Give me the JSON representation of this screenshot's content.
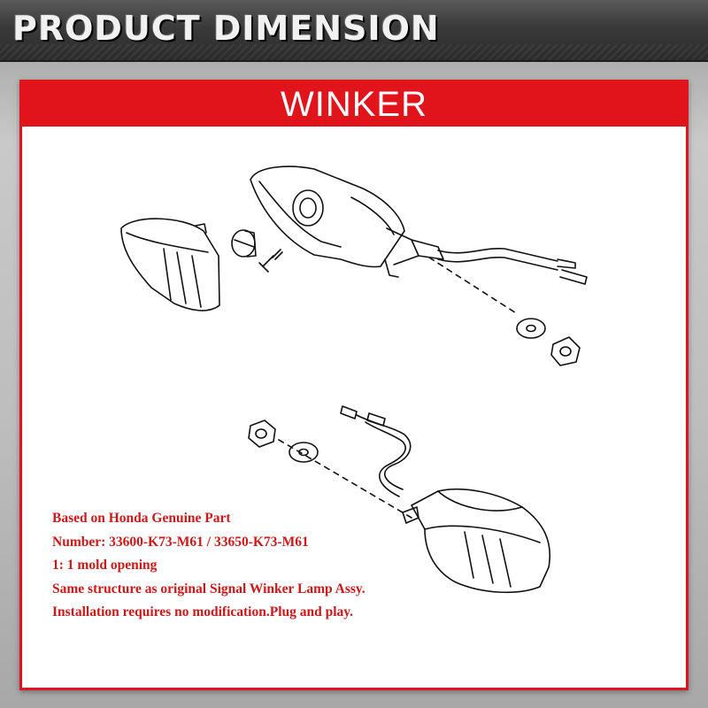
{
  "header": {
    "title": "PRODUCT DIMENSION"
  },
  "panel": {
    "title": "WINKER"
  },
  "notes": [
    "Based on Honda Genuine Part",
    "Number: 33600-K73-M61 / 33650-K73-M61",
    "1: 1 mold opening",
    "Same structure as original Signal Winker Lamp Assy.",
    "Installation requires no modification.Plug and play."
  ],
  "colors": {
    "accent": "#e1141c",
    "note_text": "#d21717"
  }
}
